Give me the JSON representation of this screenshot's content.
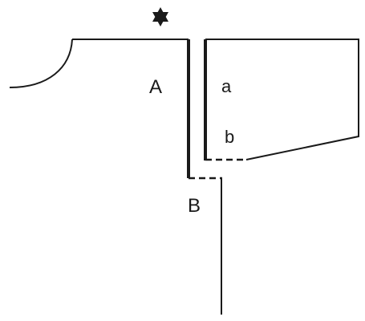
{
  "diagram": {
    "labels": {
      "A": "A",
      "a": "a",
      "b": "b",
      "B": "B"
    },
    "colors": {
      "ink": "#1a1a1a",
      "background": "#ffffff"
    },
    "icons": {
      "marker": "six-pointed-star-icon"
    }
  }
}
